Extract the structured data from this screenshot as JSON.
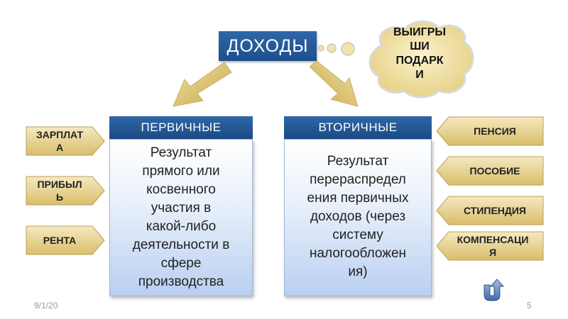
{
  "title": "ДОХОДЫ",
  "cloud_text": "ВЫИГРЫ ШИ ПОДАРК И",
  "cloud_lines": [
    "ВЫИГРЫ",
    "ШИ",
    "ПОДАРК",
    "И"
  ],
  "primary": {
    "header": "ПЕРВИЧНЫЕ",
    "lines": [
      "Результат",
      "прямого или",
      "косвенного",
      "участия в",
      "какой-либо",
      "деятельности в",
      "сфере",
      "производства"
    ]
  },
  "secondary": {
    "header": "ВТОРИЧНЫЕ",
    "lines": [
      "Результат",
      "перераспредел",
      "ения первичных",
      "доходов (через",
      "систему",
      "налогообложен",
      "ия)"
    ]
  },
  "left_tags": [
    {
      "lines": [
        "ЗАРПЛАТ",
        "А"
      ]
    },
    {
      "lines": [
        "ПРИБЫЛ",
        "Ь"
      ]
    },
    {
      "lines": [
        "РЕНТА"
      ]
    }
  ],
  "right_tags": [
    {
      "lines": [
        "ПЕНСИЯ"
      ]
    },
    {
      "lines": [
        "ПОСОБИЕ"
      ]
    },
    {
      "lines": [
        "СТИПЕНДИЯ"
      ]
    },
    {
      "lines": [
        "КОМПЕНСАЦИ",
        "Я"
      ]
    }
  ],
  "footer": {
    "date": "9/1/20",
    "page": "5"
  },
  "colors": {
    "header_blue": "#1f4f8b",
    "tag_fill": "#ecd69a",
    "arrow_gold": "#d4b95c",
    "cloud_fill": "#f2e3a8"
  },
  "icons": {
    "return": "u-turn-arrow-icon"
  }
}
